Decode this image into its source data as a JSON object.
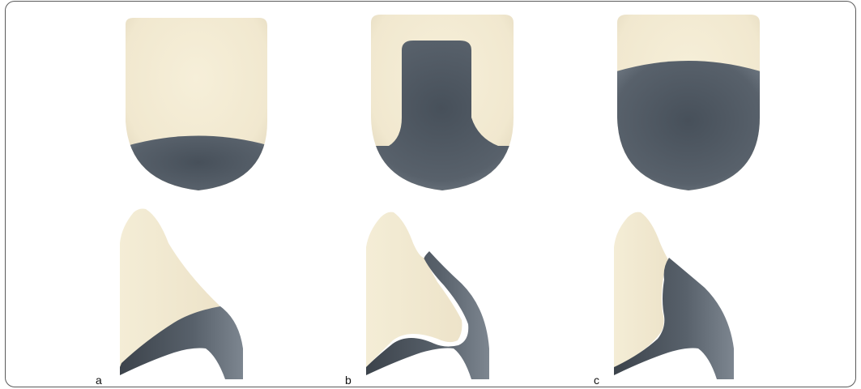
{
  "panels": [
    {
      "label": "a"
    },
    {
      "label": "b"
    },
    {
      "label": "c"
    }
  ],
  "colors": {
    "tooth": "#F3EBD3",
    "tooth_shadow": "#E4DAC1",
    "metal": "#5D6670",
    "metal_dark": "#3F464F",
    "metal_light": "#7B848E",
    "border": "#5A5A5A"
  }
}
